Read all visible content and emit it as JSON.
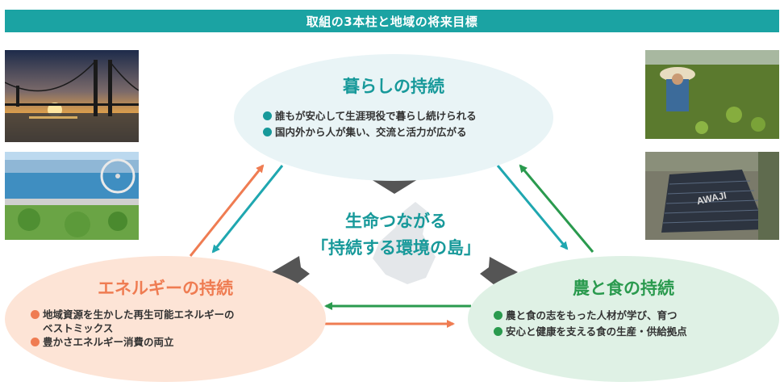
{
  "header": {
    "title": "取組の3本柱と地域の将来目標"
  },
  "center": {
    "line1": "生命つながる",
    "line2": "「持続する環境の島」"
  },
  "pillars": {
    "top": {
      "title": "暮らしの持続",
      "color": "#17999a",
      "bullets": [
        "誰もが安心して生涯現役で暮らし続けられる",
        "国内外から人が集い、交流と活力が広がる"
      ]
    },
    "left": {
      "title": "エネルギーの持続",
      "color": "#ef7c52",
      "bullets": [
        "地域資源を生かした再生可能エネルギーの",
        "ベストミックス",
        "豊かさエネルギー消費の両立"
      ]
    },
    "right": {
      "title": "農と食の持続",
      "color": "#2a9a4e",
      "bullets": [
        "農と食の志をもった人材が学び、育つ",
        "安心と健康を支える食の生産・供給拠点"
      ]
    }
  },
  "photos": {
    "bridge": "bridge-sunset-photo",
    "ferris": "ferris-wheel-coast-photo",
    "farmer": "farmer-field-photo",
    "solar": "solar-farm-aerial-photo",
    "solar_text": "AWAJI"
  },
  "colors": {
    "teal": "#1ba3a3",
    "orange": "#ef7c52",
    "green": "#2a9a4e",
    "gray": "#555555"
  }
}
